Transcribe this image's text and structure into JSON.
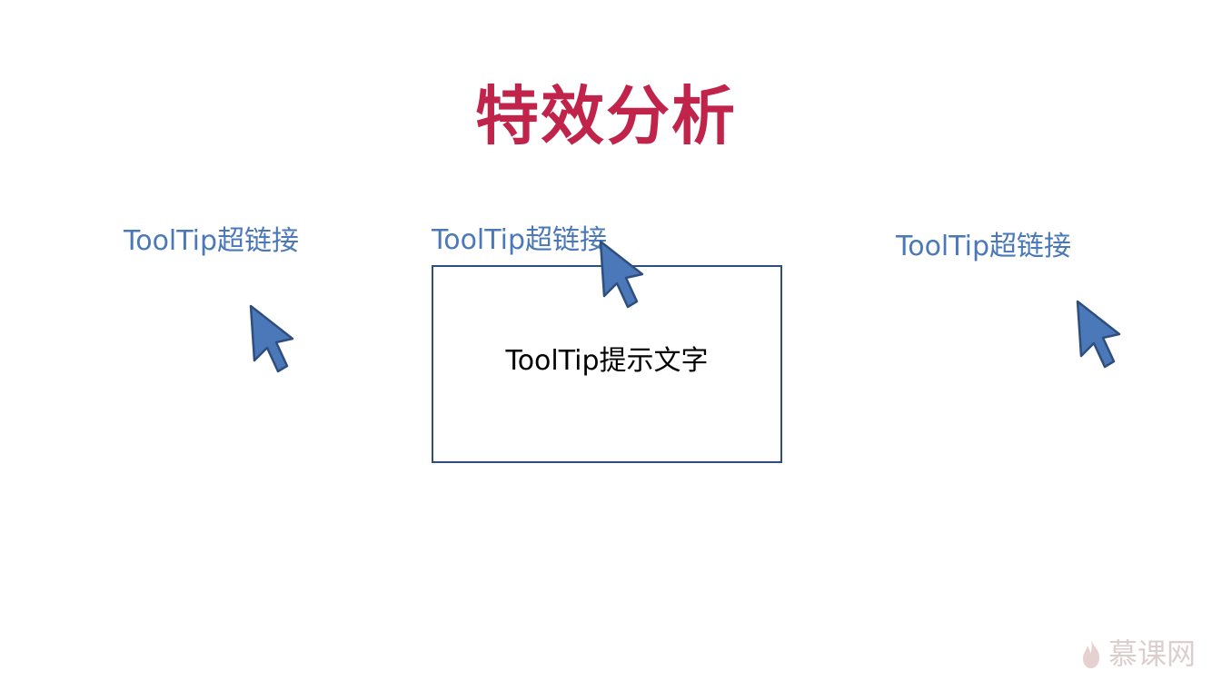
{
  "slide": {
    "title": "特效分析"
  },
  "links": {
    "left": "ToolTip超链接",
    "center": "ToolTip超链接",
    "right": "ToolTip超链接"
  },
  "tooltip": {
    "text": "ToolTip提示文字"
  },
  "watermark": {
    "text": "慕课网",
    "icon": "flame-icon"
  },
  "colors": {
    "title": "#c0244a",
    "link": "#4a78b8",
    "tooltip_border": "#2e4f7e",
    "cursor_fill": "#4a78b8",
    "cursor_stroke": "#2e4f7e"
  }
}
